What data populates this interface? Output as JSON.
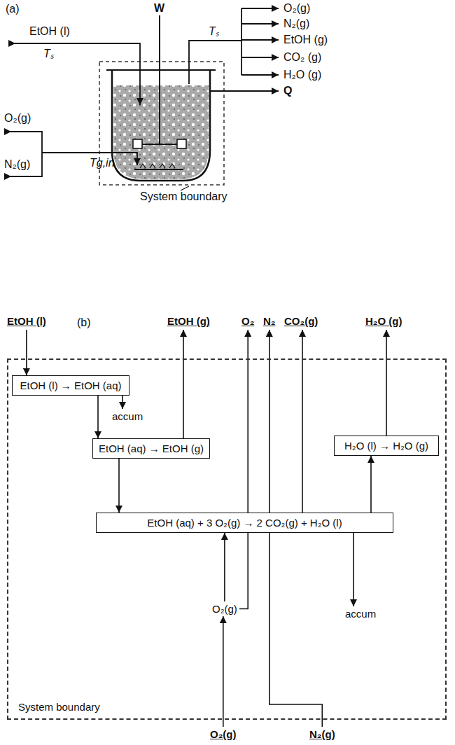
{
  "diagram": {
    "nodes": [
      {
        "text": [
          "EtOH (l)"
        ]
      },
      {
        "text": [
          "EtOH (g)"
        ]
      },
      {
        "text": [
          "O₂"
        ]
      },
      {
        "text": [
          "N₂"
        ]
      },
      {
        "text": [
          "CO₂(g)"
        ]
      },
      {
        "text": [
          "H₂O (g)"
        ]
      },
      {
        "text": [
          "System boundary"
        ]
      },
      {
        "text": [
          "EtOH (l) → EtOH (aq)"
        ],
        "in": 6
      },
      {
        "text": [
          "accum"
        ],
        "in": 6
      },
      {
        "text": [
          "EtOH (aq) → EtOH (g)"
        ],
        "in": 6
      },
      {
        "text": [
          "H₂O (l) → H₂O (g)"
        ],
        "in": 6
      },
      {
        "text": [
          "EtOH (aq) + 3 O₂(g) → 2 CO₂(g) + H₂O (l)"
        ],
        "in": 6
      },
      {
        "text": [
          "O₂(g)"
        ],
        "in": 6
      },
      {
        "text": [
          "accum"
        ],
        "in": 6
      },
      {
        "text": [
          "O₂(g)"
        ]
      },
      {
        "text": [
          "N₂(g)"
        ]
      }
    ],
    "edges": [
      {
        "from": 0,
        "to": 7,
        "arrow": "to"
      },
      {
        "from": 7,
        "to": 8,
        "arrow": "to"
      },
      {
        "from": 7,
        "to": 9,
        "arrow": "to"
      },
      {
        "from": 9,
        "to": 1,
        "arrow": "to"
      },
      {
        "from": 9,
        "to": 11,
        "arrow": "to"
      },
      {
        "from": 14,
        "to": 12,
        "arrow": "to"
      },
      {
        "from": 12,
        "to": 11,
        "arrow": "to"
      },
      {
        "from": 12,
        "to": 2,
        "arrow": "to"
      },
      {
        "from": 15,
        "to": 3,
        "arrow": "to"
      },
      {
        "from": 11,
        "to": 4,
        "arrow": "to"
      },
      {
        "from": 11,
        "to": 10,
        "arrow": "to"
      },
      {
        "from": 11,
        "to": 13,
        "arrow": "to"
      },
      {
        "from": 10,
        "to": 5,
        "arrow": "to"
      }
    ],
    "labels": [
      "(a)",
      "W",
      "EtOH (l)",
      "Tₛ",
      "Tₛ",
      "O₂(g)",
      "N₂(g)",
      "EtOH (g)",
      "CO₂ (g)",
      "H₂O (g)",
      "Q",
      "O₂(g)",
      "N₂(g)",
      "Tg,in",
      "System boundary",
      "(b)"
    ]
  }
}
